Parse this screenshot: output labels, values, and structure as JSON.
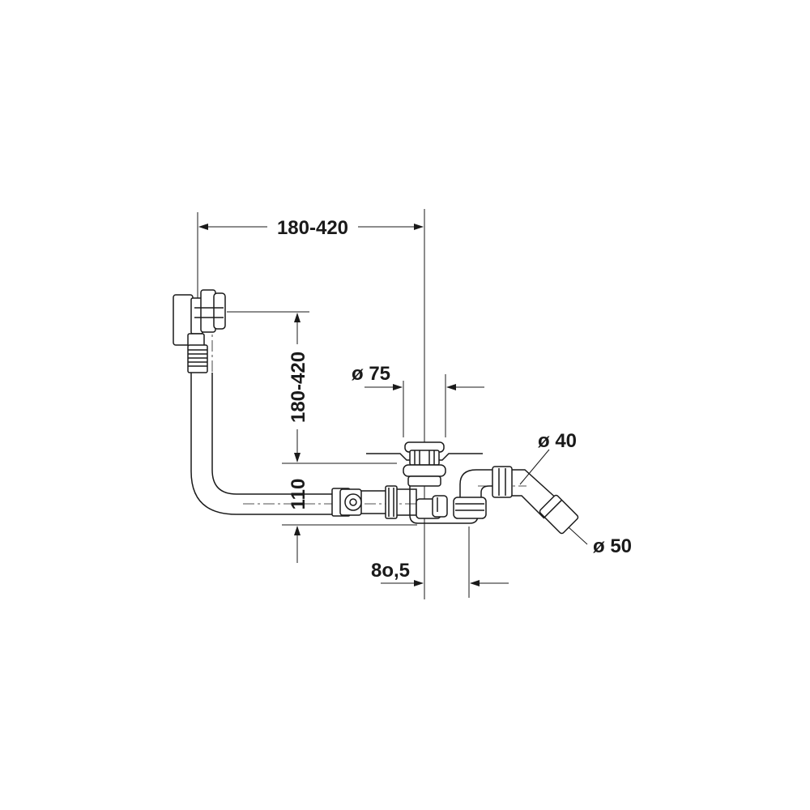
{
  "dimensions": {
    "overflow_spacing": "180-420",
    "overflow_height": "180-420",
    "drain_diameter": "ø 75",
    "outlet_diameter_40": "ø 40",
    "outlet_diameter_50": "ø 50",
    "trap_height": "110",
    "trap_offset": "8o,5"
  },
  "colors": {
    "line": "#1a1a1a",
    "text": "#1a1a1a",
    "background": "#ffffff"
  }
}
